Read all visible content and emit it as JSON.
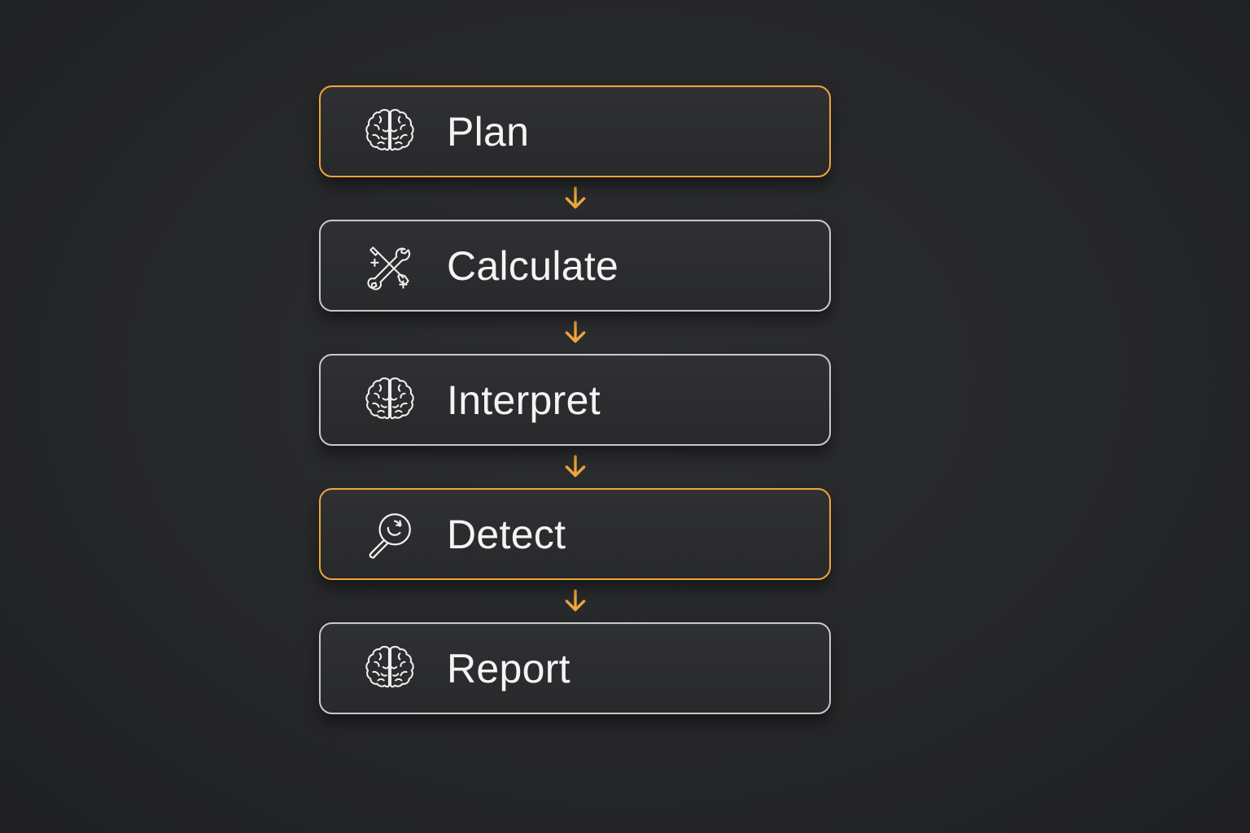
{
  "steps": [
    {
      "label": "Plan",
      "icon": "brain-icon",
      "highlighted": true
    },
    {
      "label": "Calculate",
      "icon": "tools-icon",
      "highlighted": false
    },
    {
      "label": "Interpret",
      "icon": "brain-icon",
      "highlighted": false
    },
    {
      "label": "Detect",
      "icon": "magnifier-icon",
      "highlighted": true
    },
    {
      "label": "Report",
      "icon": "brain-icon",
      "highlighted": false
    }
  ],
  "colors": {
    "background": "#262729",
    "box_border": "#c9c9cb",
    "accent_border": "#f0a43a",
    "arrow": "#f0a43a",
    "text": "#f4f4f4"
  }
}
